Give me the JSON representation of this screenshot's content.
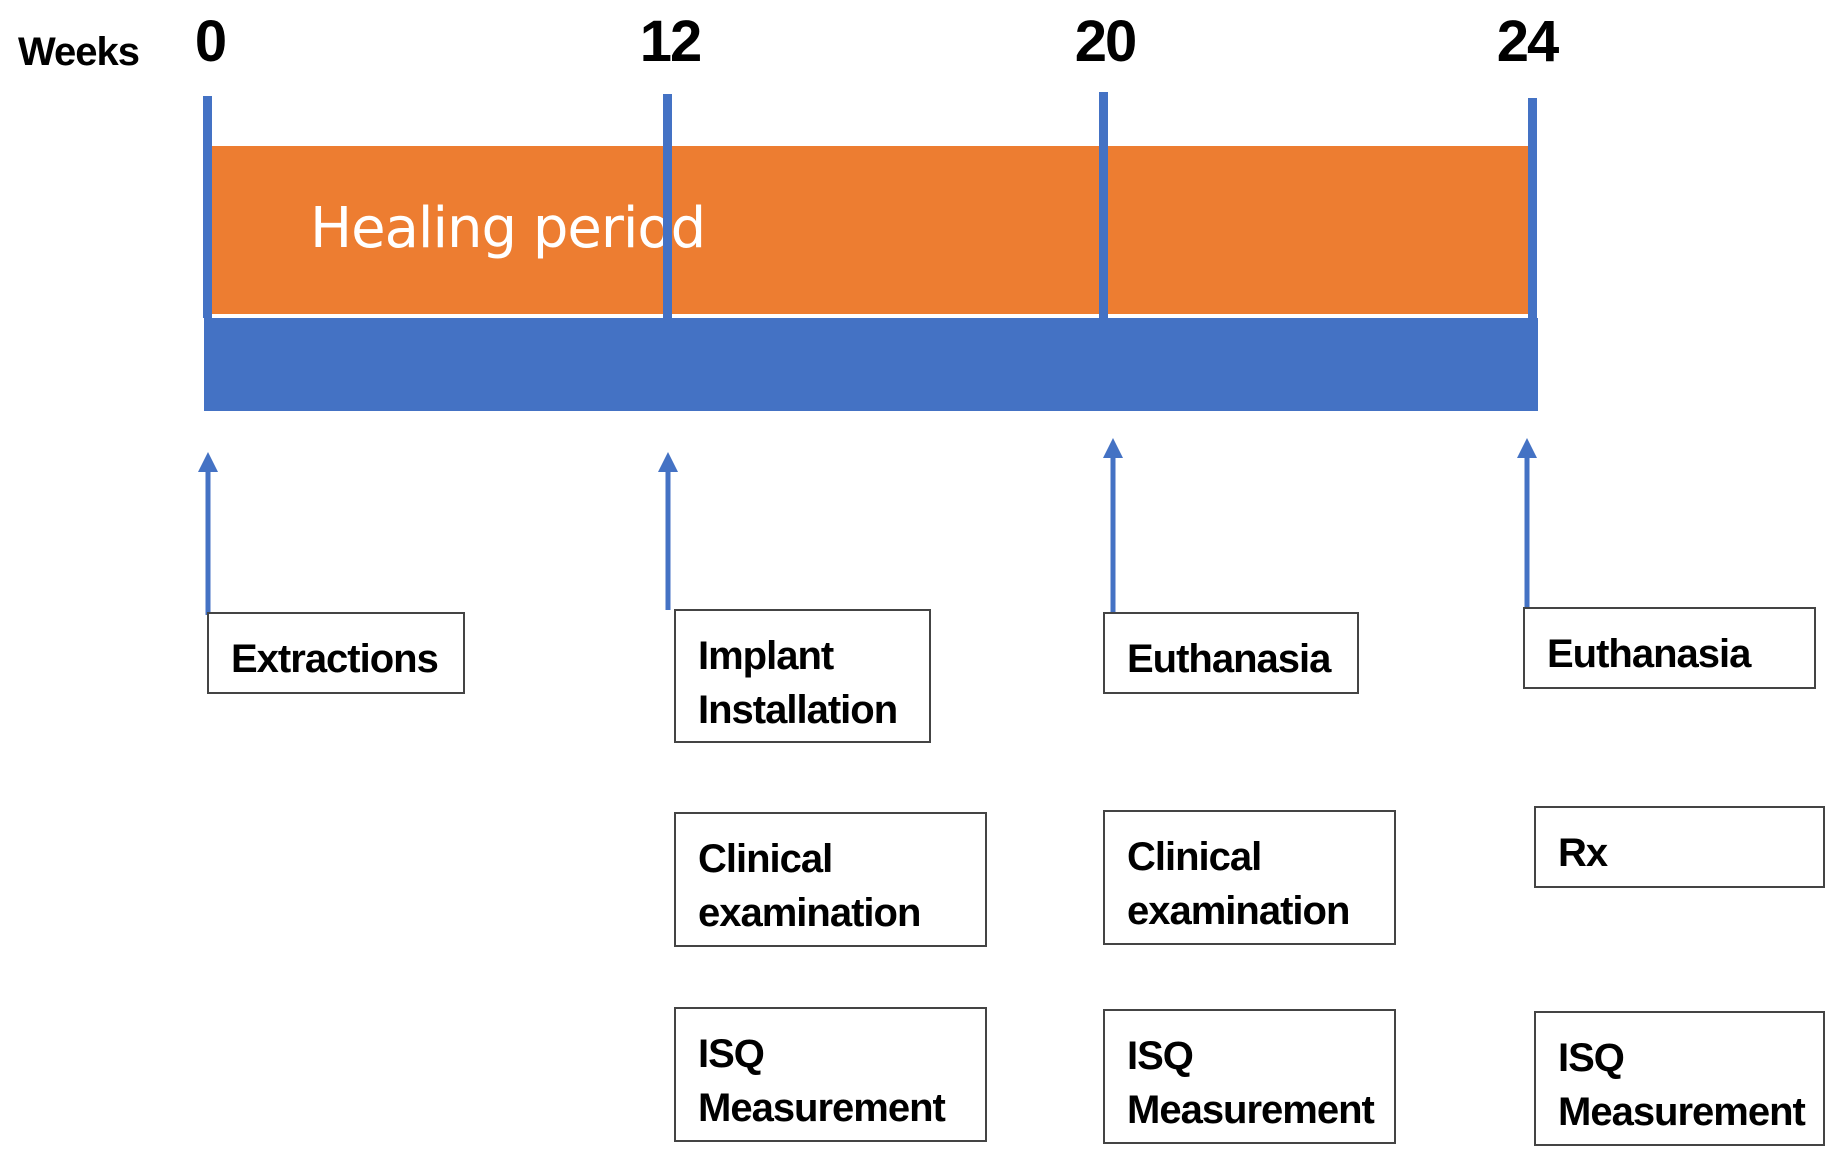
{
  "axis": {
    "label": "Weeks",
    "ticks": [
      "0",
      "12",
      "20",
      "24"
    ]
  },
  "phase": {
    "label": "Healing period",
    "color": "#ED7D31"
  },
  "timeline_color": "#4472C4",
  "events": {
    "w0": {
      "box1": [
        "Extractions"
      ]
    },
    "w12": {
      "box1": [
        "Implant",
        "Installation"
      ],
      "box2": [
        "Clinical",
        "examination"
      ],
      "box3": [
        "ISQ",
        "Measurement"
      ]
    },
    "w20": {
      "box1": [
        "Euthanasia"
      ],
      "box2": [
        "Clinical",
        "examination"
      ],
      "box3": [
        "ISQ",
        "Measurement"
      ]
    },
    "w24": {
      "box1": [
        "Euthanasia"
      ],
      "box2": [
        "Rx"
      ],
      "box3": [
        "ISQ",
        "Measurement"
      ]
    }
  }
}
